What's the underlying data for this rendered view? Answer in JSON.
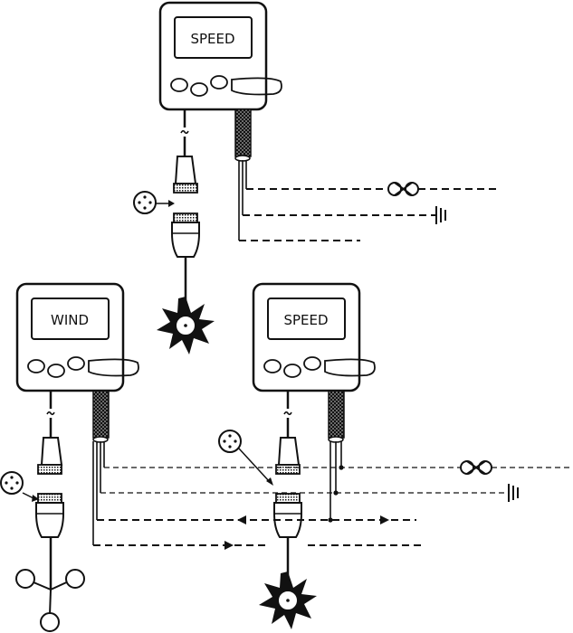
{
  "instruments": [
    {
      "label": "SPEED"
    },
    {
      "label": "WIND"
    },
    {
      "label": "SPEED"
    }
  ],
  "colors": {
    "ink": "#111111",
    "background": "#ffffff"
  },
  "icons": [
    "paddle-wheel-sensor-icon",
    "wind-cup-sensor-icon",
    "fuse-icon",
    "ground-icon",
    "connector-pinout-icon",
    "cable-break-icon"
  ]
}
